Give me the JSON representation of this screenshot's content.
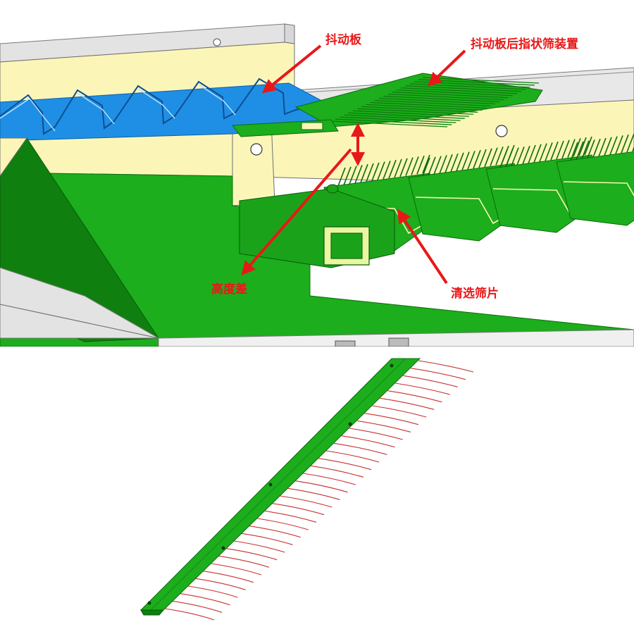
{
  "labels": {
    "shaker_plate": "抖动板",
    "finger_screen": "抖动板后指状筛装置",
    "height_diff": "高度差",
    "cleaning_screen": "清选筛片"
  },
  "colors": {
    "annotation_red": "#e81818",
    "frame_cream": "#fbf6b8",
    "shaker_blue": "#1f8fe6",
    "part_green": "#1cae1c",
    "tine_red": "#c83030"
  }
}
